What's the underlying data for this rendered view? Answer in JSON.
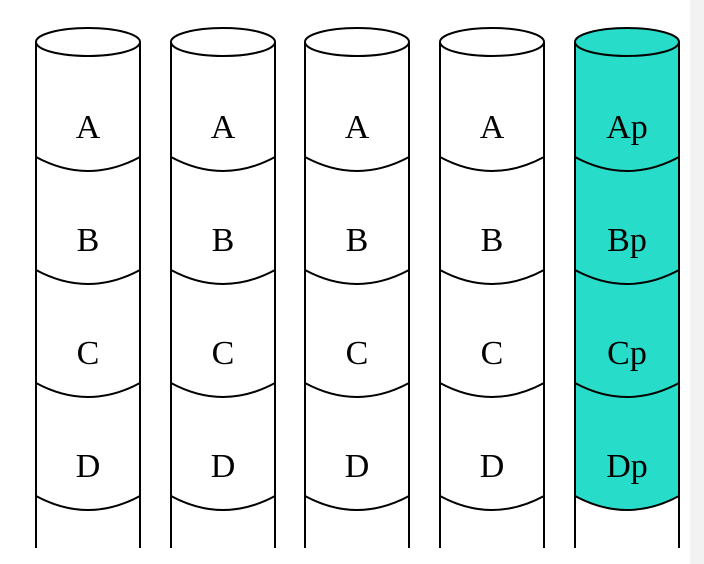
{
  "colors": {
    "plain_fill": "#ffffff",
    "parity_fill": "#27dcc8",
    "stroke": "#000000"
  },
  "disks": [
    {
      "segments": [
        "A",
        "B",
        "C",
        "D"
      ],
      "highlighted": false
    },
    {
      "segments": [
        "A",
        "B",
        "C",
        "D"
      ],
      "highlighted": false
    },
    {
      "segments": [
        "A",
        "B",
        "C",
        "D"
      ],
      "highlighted": false
    },
    {
      "segments": [
        "A",
        "B",
        "C",
        "D"
      ],
      "highlighted": false
    },
    {
      "segments": [
        "Ap",
        "Bp",
        "Cp",
        "Dp"
      ],
      "highlighted": true
    }
  ]
}
